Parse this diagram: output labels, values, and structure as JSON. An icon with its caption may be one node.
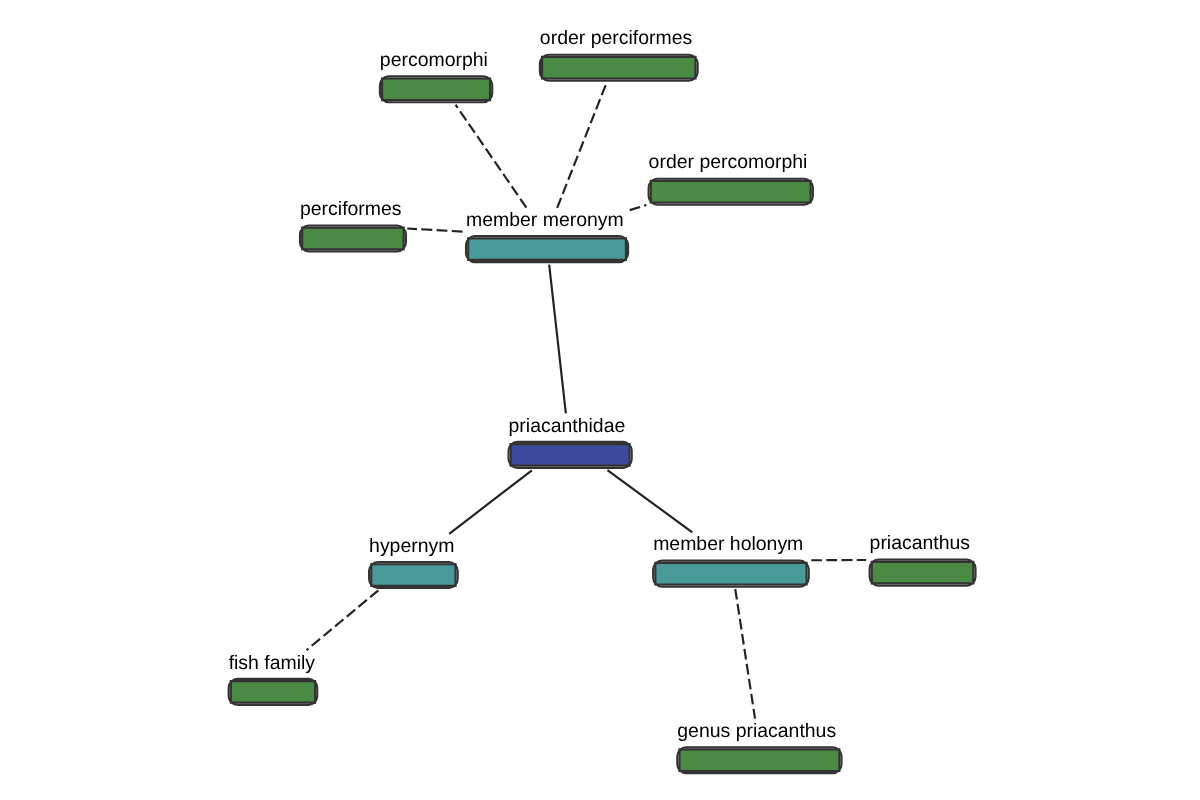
{
  "diagram": {
    "nodes": [
      {
        "text": [
          "priacanthidae"
        ]
      },
      {
        "text": [
          "member meronym"
        ]
      },
      {
        "text": [
          "order percomorphi"
        ]
      },
      {
        "text": [
          "percomorphi"
        ]
      },
      {
        "text": [
          "order perciformes"
        ]
      },
      {
        "text": [
          "perciformes"
        ]
      },
      {
        "text": [
          "hypernym"
        ]
      },
      {
        "text": [
          "fish family"
        ]
      },
      {
        "text": [
          "member holonym"
        ]
      },
      {
        "text": [
          "genus priacanthus"
        ]
      },
      {
        "text": [
          "priacanthus"
        ]
      }
    ],
    "edges": [
      {
        "from": 0,
        "to": 1,
        "arrow": "none"
      },
      {
        "from": 1,
        "to": 2,
        "arrow": "none",
        "style": "dashed"
      },
      {
        "from": 1,
        "to": 3,
        "arrow": "none",
        "style": "dashed"
      },
      {
        "from": 1,
        "to": 4,
        "arrow": "none",
        "style": "dashed"
      },
      {
        "from": 1,
        "to": 5,
        "arrow": "none",
        "style": "dashed"
      },
      {
        "from": 0,
        "to": 6,
        "arrow": "none"
      },
      {
        "from": 6,
        "to": 7,
        "arrow": "none",
        "style": "dashed"
      },
      {
        "from": 0,
        "to": 8,
        "arrow": "none"
      },
      {
        "from": 8,
        "to": 9,
        "arrow": "none",
        "style": "dashed"
      },
      {
        "from": 8,
        "to": 10,
        "arrow": "none",
        "style": "dashed"
      }
    ]
  }
}
